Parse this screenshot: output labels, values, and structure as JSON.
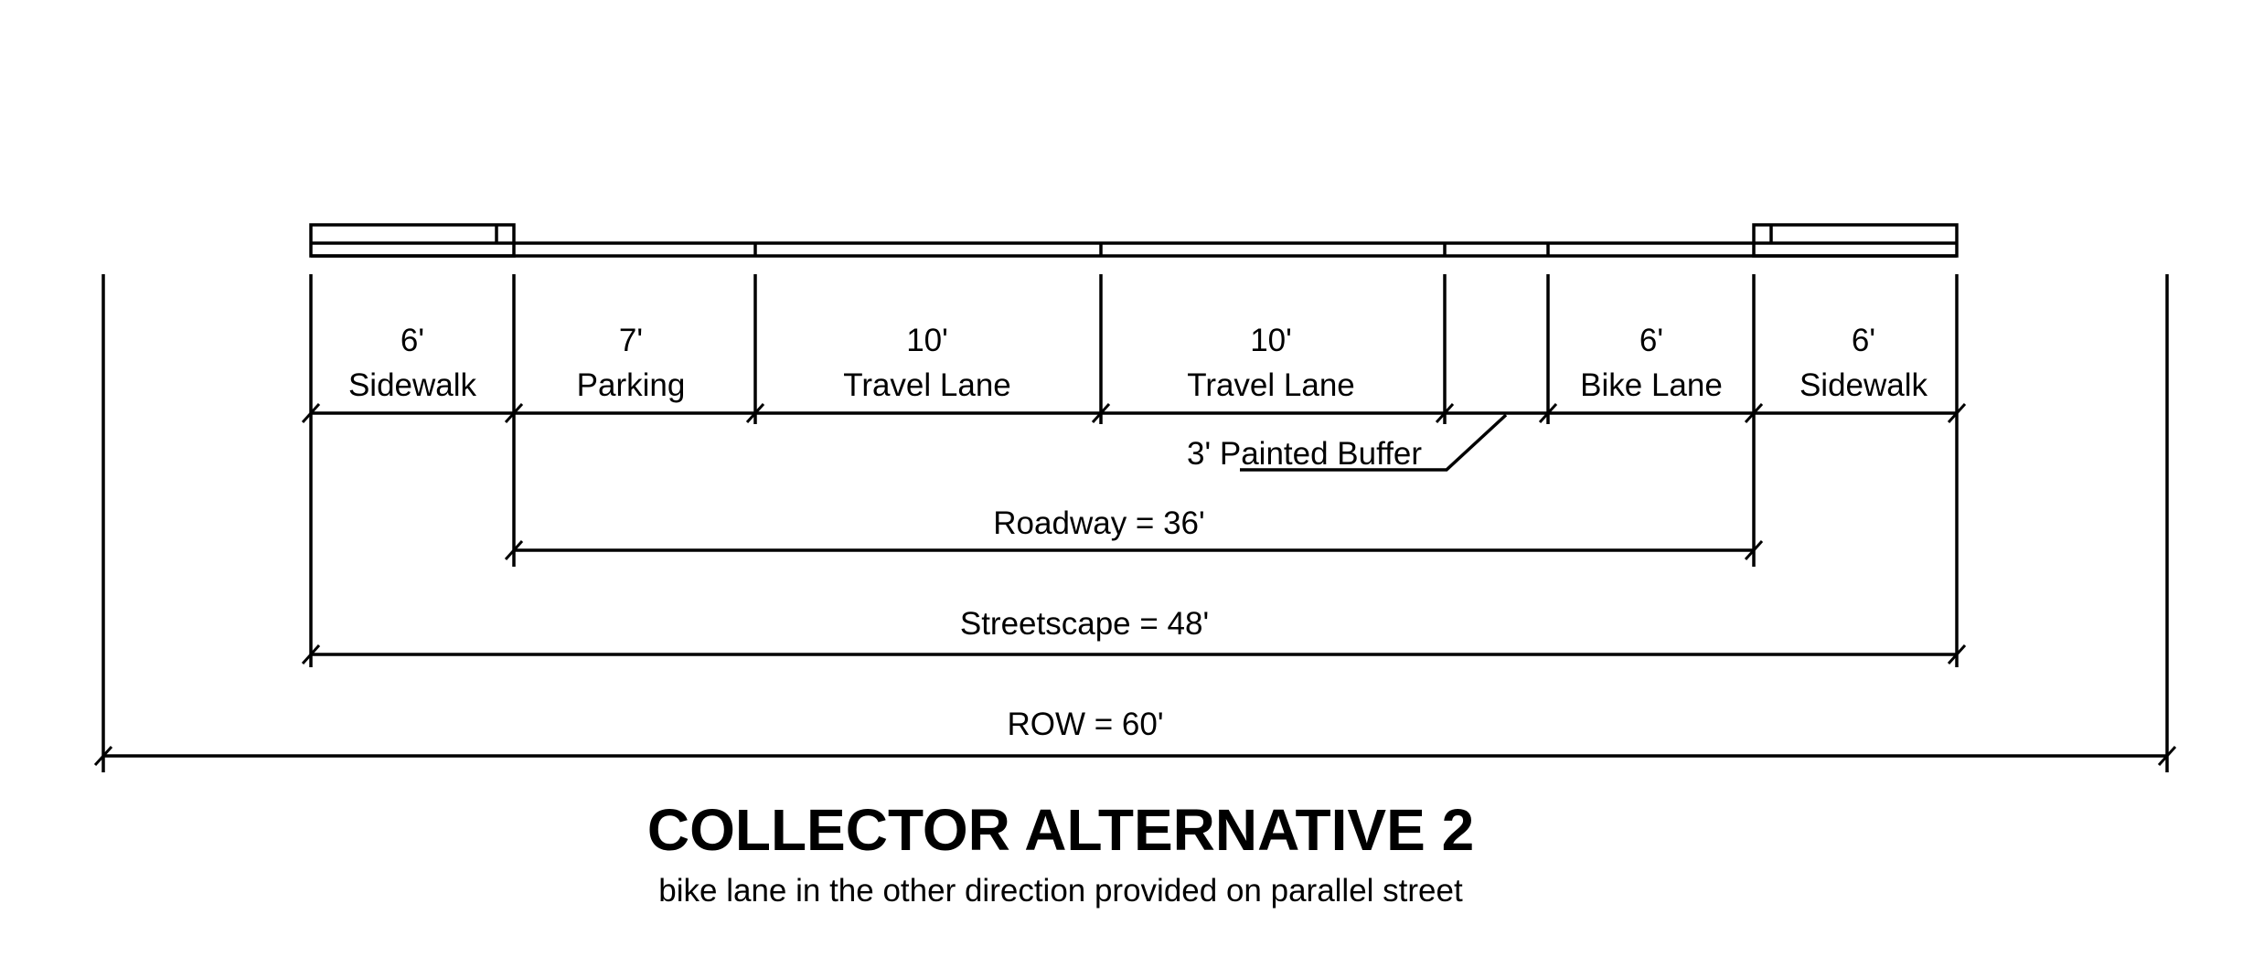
{
  "segments": [
    {
      "width": "6'",
      "name": "Sidewalk",
      "feet": 6
    },
    {
      "width": "7'",
      "name": "Parking",
      "feet": 7
    },
    {
      "width": "10'",
      "name": "Travel Lane",
      "feet": 10
    },
    {
      "width": "10'",
      "name": "Travel Lane",
      "feet": 10
    },
    {
      "width": "",
      "name": "",
      "feet": 3
    },
    {
      "width": "6'",
      "name": "Bike Lane",
      "feet": 6
    },
    {
      "width": "6'",
      "name": "Sidewalk",
      "feet": 6
    }
  ],
  "buffer_callout": "3' Painted Buffer",
  "dimensions": {
    "roadway": "Roadway = 36'",
    "streetscape": "Streetscape = 48'",
    "row": "ROW = 60'"
  },
  "title": "COLLECTOR ALTERNATIVE 2",
  "subtitle": "bike lane in the other direction provided on parallel street"
}
